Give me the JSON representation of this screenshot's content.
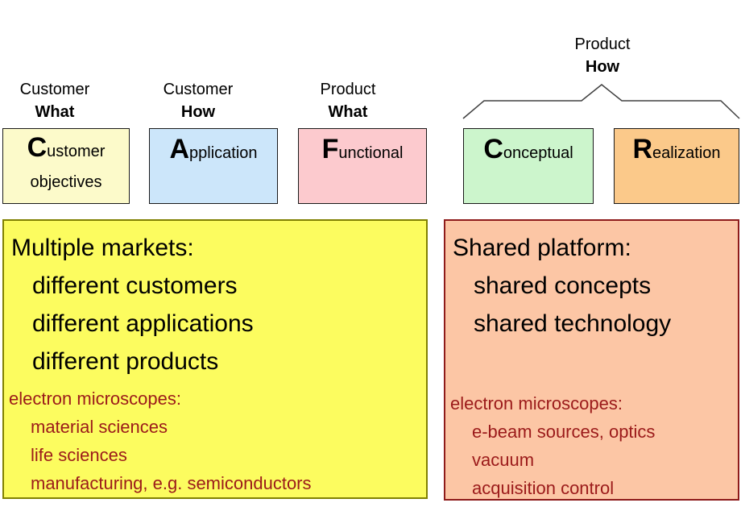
{
  "palette": {
    "customer_objectives_fill": "#FCFACA",
    "application_fill": "#CCE6FA",
    "functional_fill": "#FCCACE",
    "conceptual_fill": "#CCF5CC",
    "realization_fill": "#FBC98A",
    "markets_panel_fill": "#FCFC5F",
    "markets_panel_border": "#808000",
    "platform_panel_fill": "#FCC6A5",
    "platform_panel_border": "#8E1B1B",
    "accent_text": "#9B1A1A",
    "text": "#000000"
  },
  "column_headers": [
    {
      "top": "Customer",
      "bottom": "What"
    },
    {
      "top": "Customer",
      "bottom": "How"
    },
    {
      "top": "Product",
      "bottom": "What"
    },
    {
      "top": "Product",
      "bottom": "How"
    }
  ],
  "cafcr_boxes": [
    {
      "initial": "C",
      "rest": "ustomer",
      "line2": "objectives"
    },
    {
      "initial": "A",
      "rest": "pplication"
    },
    {
      "initial": "F",
      "rest": "unctional"
    },
    {
      "initial": "C",
      "rest": "onceptual"
    },
    {
      "initial": "R",
      "rest": "ealization"
    }
  ],
  "markets_panel": {
    "heading": "Multiple markets:",
    "items": [
      "different customers",
      "different applications",
      "different products"
    ],
    "example_heading": "electron microscopes:",
    "example_items": [
      "material sciences",
      "life sciences",
      "manufacturing, e.g. semiconductors"
    ]
  },
  "platform_panel": {
    "heading": "Shared platform:",
    "items": [
      "shared concepts",
      "shared technology"
    ],
    "example_heading": "electron microscopes:",
    "example_items": [
      "e-beam sources, optics",
      "vacuum",
      "acquisition control"
    ]
  }
}
